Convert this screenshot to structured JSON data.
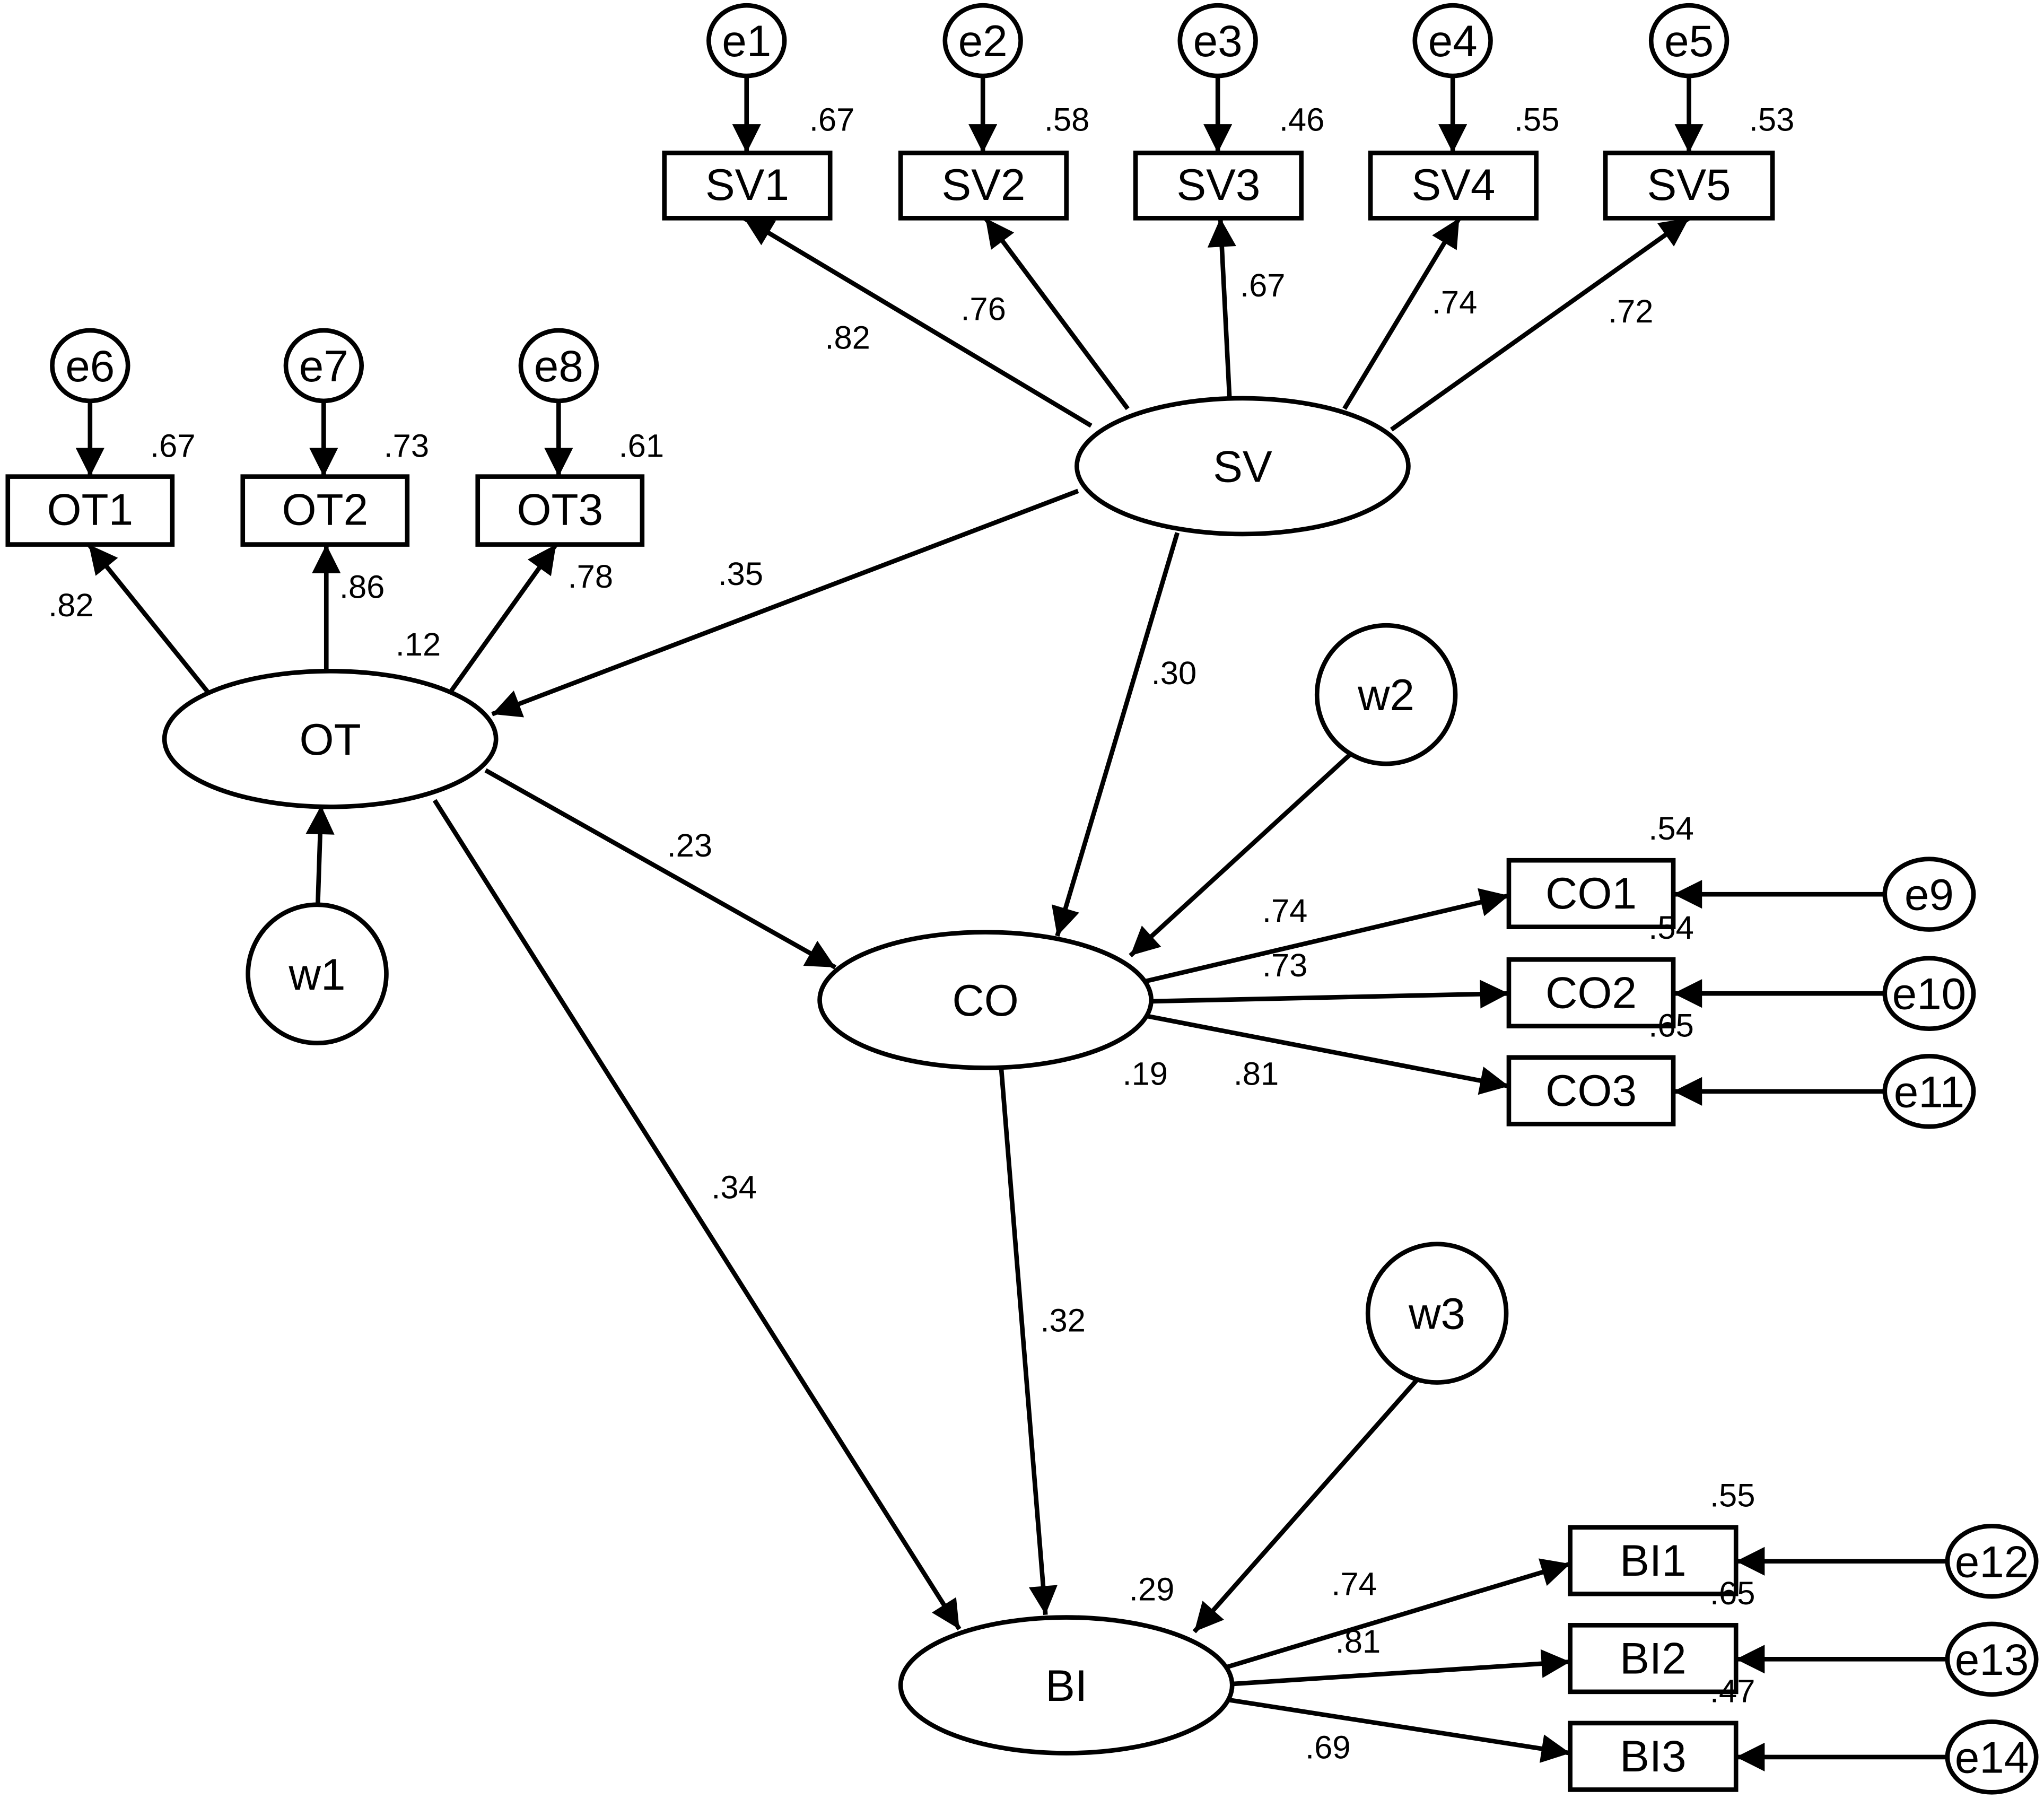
{
  "nodes": {
    "SV": "SV",
    "OT": "OT",
    "CO": "CO",
    "BI": "BI",
    "SV1": "SV1",
    "SV2": "SV2",
    "SV3": "SV3",
    "SV4": "SV4",
    "SV5": "SV5",
    "OT1": "OT1",
    "OT2": "OT2",
    "OT3": "OT3",
    "CO1": "CO1",
    "CO2": "CO2",
    "CO3": "CO3",
    "BI1": "BI1",
    "BI2": "BI2",
    "BI3": "BI3",
    "e1": "e1",
    "e2": "e2",
    "e3": "e3",
    "e4": "e4",
    "e5": "e5",
    "e6": "e6",
    "e7": "e7",
    "e8": "e8",
    "e9": "e9",
    "e10": "e10",
    "e11": "e11",
    "e12": "e12",
    "e13": "e13",
    "e14": "e14",
    "w1": "w1",
    "w2": "w2",
    "w3": "w3"
  },
  "loadings": {
    "SV_SV1": ".82",
    "SV_SV2": ".76",
    "SV_SV3": ".67",
    "SV_SV4": ".74",
    "SV_SV5": ".72",
    "OT_OT1": ".82",
    "OT_OT2": ".86",
    "OT_OT3": ".78",
    "CO_CO1": ".74",
    "CO_CO2": ".73",
    "CO_CO3": ".81",
    "BI_BI1": ".74",
    "BI_BI2": ".81",
    "BI_BI3": ".69"
  },
  "r_squared": {
    "SV1": ".67",
    "SV2": ".58",
    "SV3": ".46",
    "SV4": ".55",
    "SV5": ".53",
    "OT1": ".67",
    "OT2": ".73",
    "OT3": ".61",
    "CO1": ".54",
    "CO2": ".54",
    "CO3": ".65",
    "BI1": ".55",
    "BI2": ".65",
    "BI3": ".47",
    "OT": ".12",
    "CO": ".19",
    "BI": ".29"
  },
  "paths": {
    "SV_OT": ".35",
    "SV_CO": ".30",
    "OT_CO": ".23",
    "OT_BI": ".34",
    "CO_BI": ".32"
  }
}
